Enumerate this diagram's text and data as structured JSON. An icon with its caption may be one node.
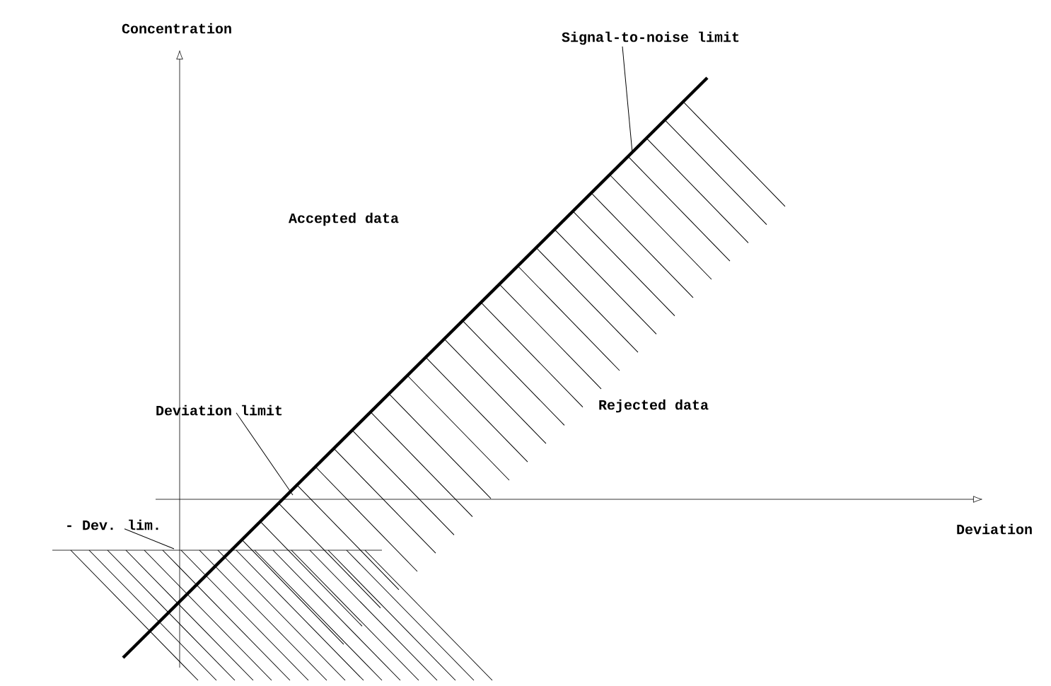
{
  "diagram": {
    "nodes": [
      {
        "text": [
          "Signal-to-noise limit"
        ]
      },
      {
        "text": [
          "Deviation limit"
        ]
      },
      {
        "text": [
          "- Dev. lim."
        ]
      }
    ],
    "edges": [
      {
        "from": 0,
        "to": null,
        "arrow": "none"
      },
      {
        "from": 1,
        "to": null,
        "arrow": "none"
      },
      {
        "from": 2,
        "to": null,
        "arrow": "none"
      }
    ],
    "labels": [
      "Concentration",
      "Accepted data",
      "Rejected data",
      "Deviation"
    ]
  }
}
